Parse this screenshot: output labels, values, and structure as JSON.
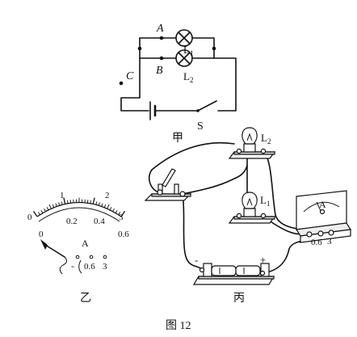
{
  "figure": {
    "caption": "图 12",
    "circuit_jia": {
      "label": "甲",
      "point_a": "A",
      "point_b": "B",
      "point_c": "C",
      "lamp1": "L",
      "lamp1_sub": "1",
      "lamp2": "L",
      "lamp2_sub": "2",
      "switch": "S"
    },
    "ammeter_yi": {
      "label": "乙",
      "unit": "A",
      "upper_scale": [
        "0",
        "1",
        "2",
        "3"
      ],
      "lower_scale": [
        "0",
        "0.2",
        "0.4",
        "0.6"
      ],
      "terminals": [
        "-",
        "0.6",
        "3"
      ]
    },
    "apparatus_bing": {
      "label": "丙",
      "lamp1": "L",
      "lamp1_sub": "1",
      "lamp2": "L",
      "lamp2_sub": "2",
      "meter_unit": "A",
      "meter_terminals": [
        "-",
        "0.6",
        "3"
      ],
      "battery_neg": "-",
      "battery_pos": "+"
    }
  }
}
